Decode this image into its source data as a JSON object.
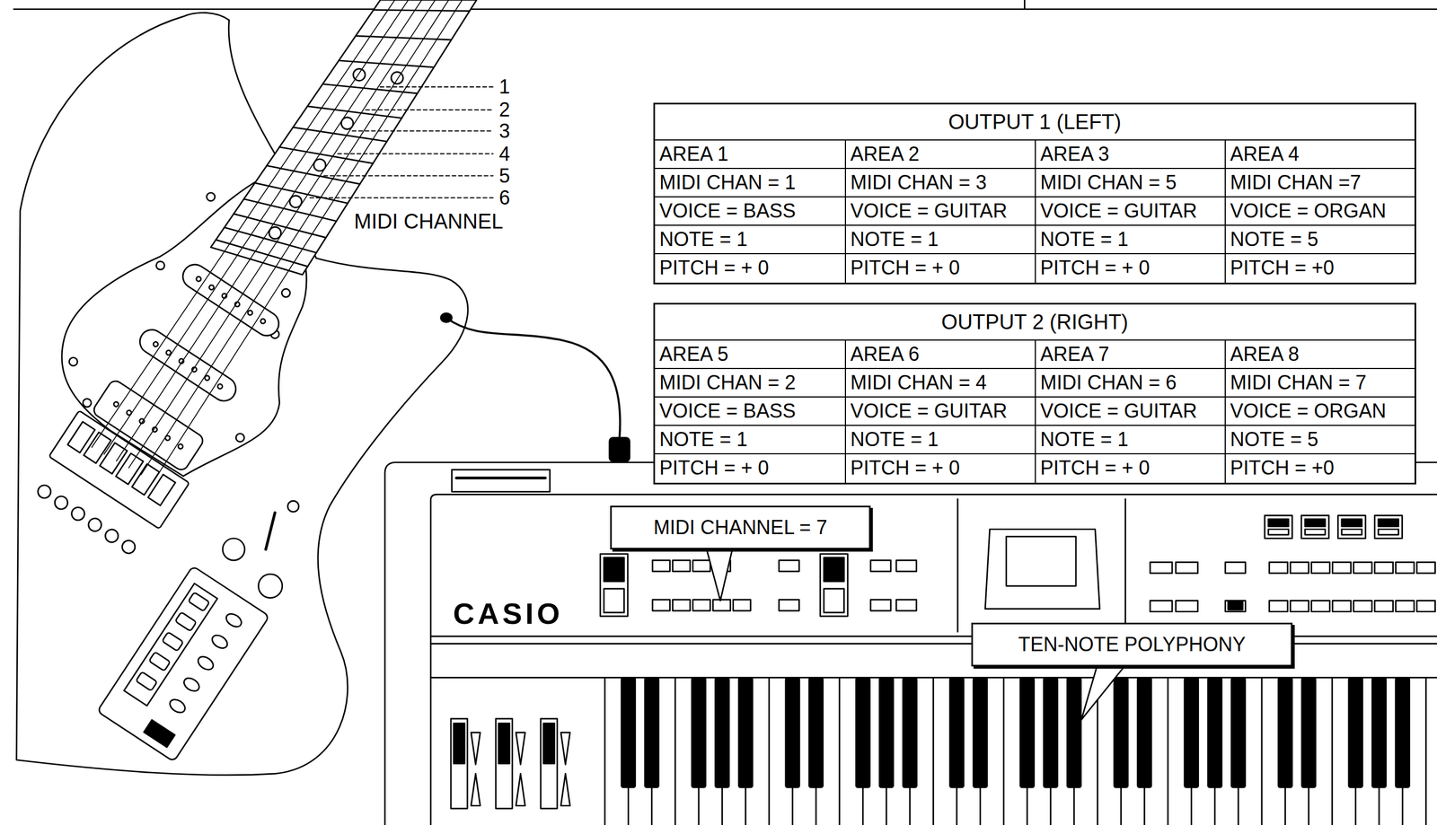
{
  "diagram": {
    "nodes": [
      {
        "text": [
          "OUTPUT 1 (LEFT)"
        ]
      },
      {
        "text": [
          "AREA 1",
          "MIDI CHAN = 1",
          "VOICE = BASS",
          "NOTE = 1",
          "PITCH = + 0"
        ],
        "in": 0
      },
      {
        "text": [
          "AREA 2",
          "MIDI CHAN = 3",
          "VOICE = GUITAR",
          "NOTE = 1",
          "PITCH = + 0"
        ],
        "in": 0
      },
      {
        "text": [
          "AREA 3",
          "MIDI CHAN = 5",
          "VOICE = GUITAR",
          "NOTE = 1",
          "PITCH = + 0"
        ],
        "in": 0
      },
      {
        "text": [
          "AREA 4",
          "MIDI CHAN =7",
          "VOICE = ORGAN",
          "NOTE = 5",
          "PITCH = +0"
        ],
        "in": 0
      },
      {
        "text": [
          "OUTPUT 2 (RIGHT)"
        ]
      },
      {
        "text": [
          "AREA 5",
          "MIDI CHAN = 2",
          "VOICE = BASS",
          "NOTE = 1",
          "PITCH = + 0"
        ],
        "in": 5
      },
      {
        "text": [
          "AREA 6",
          "MIDI CHAN = 4",
          "VOICE = GUITAR",
          "NOTE = 1",
          "PITCH = + 0"
        ],
        "in": 5
      },
      {
        "text": [
          "AREA 7",
          "MIDI CHAN = 6",
          "VOICE = GUITAR",
          "NOTE = 1",
          "PITCH = + 0"
        ],
        "in": 5
      },
      {
        "text": [
          "AREA 8",
          "MIDI CHAN = 7",
          "VOICE = ORGAN",
          "NOTE = 5",
          "PITCH = +0"
        ],
        "in": 5
      },
      {
        "text": [
          "MIDI CHANNEL = 7"
        ]
      },
      {
        "text": [
          "TEN-NOTE POLYPHONY"
        ]
      }
    ],
    "labels": [
      "1",
      "2",
      "3",
      "4",
      "5",
      "6",
      "MIDI CHANNEL",
      "CASIO"
    ]
  }
}
